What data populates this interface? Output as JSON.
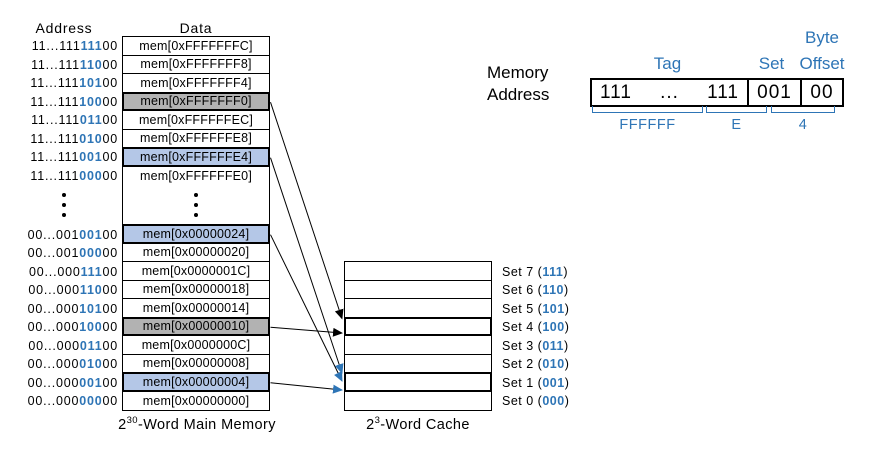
{
  "colors": {
    "accent_blue": "#2E75B6",
    "row_highlight_blue": "#B4C7E7",
    "row_highlight_gray": "#B2B2B2",
    "line_black": "#000000"
  },
  "headers": {
    "address": "Address",
    "data": "Data"
  },
  "memory": {
    "upper_rows": [
      {
        "addr_prefix": "11...111",
        "addr_set": "111",
        "addr_suffix": "00",
        "data": "mem[0xFFFFFFFC]",
        "highlight": "none"
      },
      {
        "addr_prefix": "11...111",
        "addr_set": "110",
        "addr_suffix": "00",
        "data": "mem[0xFFFFFFF8]",
        "highlight": "none"
      },
      {
        "addr_prefix": "11...111",
        "addr_set": "101",
        "addr_suffix": "00",
        "data": "mem[0xFFFFFFF4]",
        "highlight": "none"
      },
      {
        "addr_prefix": "11...111",
        "addr_set": "100",
        "addr_suffix": "00",
        "data": "mem[0xFFFFFFF0]",
        "highlight": "gray"
      },
      {
        "addr_prefix": "11...111",
        "addr_set": "011",
        "addr_suffix": "00",
        "data": "mem[0xFFFFFFEC]",
        "highlight": "none"
      },
      {
        "addr_prefix": "11...111",
        "addr_set": "010",
        "addr_suffix": "00",
        "data": "mem[0xFFFFFFE8]",
        "highlight": "none"
      },
      {
        "addr_prefix": "11...111",
        "addr_set": "001",
        "addr_suffix": "00",
        "data": "mem[0xFFFFFFE4]",
        "highlight": "blue"
      },
      {
        "addr_prefix": "11...111",
        "addr_set": "000",
        "addr_suffix": "00",
        "data": "mem[0xFFFFFFE0]",
        "highlight": "none"
      }
    ],
    "lower_rows": [
      {
        "addr_prefix": "00...001",
        "addr_set": "001",
        "addr_suffix": "00",
        "data": "mem[0x00000024]",
        "highlight": "blue"
      },
      {
        "addr_prefix": "00...001",
        "addr_set": "000",
        "addr_suffix": "00",
        "data": "mem[0x00000020]",
        "highlight": "none"
      },
      {
        "addr_prefix": "00...000",
        "addr_set": "111",
        "addr_suffix": "00",
        "data": "mem[0x0000001C]",
        "highlight": "none"
      },
      {
        "addr_prefix": "00...000",
        "addr_set": "110",
        "addr_suffix": "00",
        "data": "mem[0x00000018]",
        "highlight": "none"
      },
      {
        "addr_prefix": "00...000",
        "addr_set": "101",
        "addr_suffix": "00",
        "data": "mem[0x00000014]",
        "highlight": "none"
      },
      {
        "addr_prefix": "00...000",
        "addr_set": "100",
        "addr_suffix": "00",
        "data": "mem[0x00000010]",
        "highlight": "gray"
      },
      {
        "addr_prefix": "00...000",
        "addr_set": "011",
        "addr_suffix": "00",
        "data": "mem[0x0000000C]",
        "highlight": "none"
      },
      {
        "addr_prefix": "00...000",
        "addr_set": "010",
        "addr_suffix": "00",
        "data": "mem[0x00000008]",
        "highlight": "none"
      },
      {
        "addr_prefix": "00...000",
        "addr_set": "001",
        "addr_suffix": "00",
        "data": "mem[0x00000004]",
        "highlight": "blue"
      },
      {
        "addr_prefix": "00...000",
        "addr_set": "000",
        "addr_suffix": "00",
        "data": "mem[0x00000000]",
        "highlight": "none"
      }
    ],
    "caption": {
      "base": "2",
      "exponent": "30",
      "rest": "-Word Main Memory"
    }
  },
  "cache": {
    "rows": [
      {
        "label": "Set 7",
        "bits": "111",
        "highlight": "none"
      },
      {
        "label": "Set 6",
        "bits": "110",
        "highlight": "none"
      },
      {
        "label": "Set 5",
        "bits": "101",
        "highlight": "none"
      },
      {
        "label": "Set 4",
        "bits": "100",
        "highlight": "gray"
      },
      {
        "label": "Set 3",
        "bits": "011",
        "highlight": "none"
      },
      {
        "label": "Set 2",
        "bits": "010",
        "highlight": "none"
      },
      {
        "label": "Set 1",
        "bits": "001",
        "highlight": "blue"
      },
      {
        "label": "Set 0",
        "bits": "000",
        "highlight": "none"
      }
    ],
    "paren_open": "(",
    "paren_close": ")",
    "caption": {
      "base": "2",
      "exponent": "3",
      "rest": "-Word Cache"
    }
  },
  "address_breakdown": {
    "label_line1": "Memory",
    "label_line2": "Address",
    "byte_label": "Byte",
    "tag_label": "Tag",
    "set_label": "Set",
    "offset_label": "Offset",
    "tag_value_left": "111",
    "tag_value_dots": "...",
    "tag_value_right": "111",
    "set_value": "001",
    "offset_value": "00",
    "hex_groups": [
      "FFFFFF",
      "E",
      "4"
    ]
  },
  "arrows": [
    {
      "source": "mem[0xFFFFFFF0]",
      "target": "Set 4",
      "color": "black"
    },
    {
      "source": "mem[0xFFFFFFE4]",
      "target": "Set 1",
      "color": "blue"
    },
    {
      "source": "mem[0x00000024]",
      "target": "Set 1",
      "color": "blue"
    },
    {
      "source": "mem[0x00000010]",
      "target": "Set 4",
      "color": "black"
    },
    {
      "source": "mem[0x00000004]",
      "target": "Set 1",
      "color": "blue"
    }
  ]
}
